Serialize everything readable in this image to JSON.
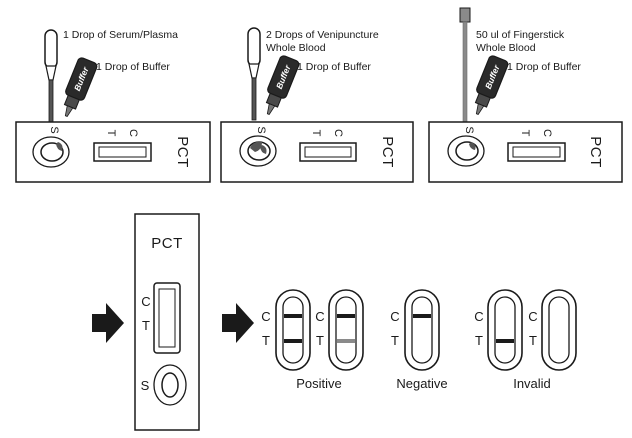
{
  "step_labels": {
    "panel1_sample": "1 Drop of Serum/Plasma",
    "panel1_buffer": "1 Drop of Buffer",
    "panel2_sample_line1": "2 Drops of Venipuncture",
    "panel2_sample_line2": "Whole Blood",
    "panel2_buffer": "1 Drop of Buffer",
    "panel3_sample_line1": "50 ul of Fingerstick",
    "panel3_sample_line2": "Whole Blood",
    "panel3_buffer": "1 Drop of Buffer"
  },
  "bottle_label": "Buffer",
  "cassette": {
    "name": "PCT",
    "t_mark": "T",
    "c_mark": "C",
    "sample_mark": "S"
  },
  "results": {
    "positive": "Positive",
    "negative": "Negative",
    "invalid": "Invalid"
  },
  "colors": {
    "line": "#1a1a1a",
    "test_band_dark": "#1a1a1a",
    "test_band_faint": "#8a8a8a",
    "dropper_tip": "#555555",
    "pipette_stem": "#8a8a8a",
    "bottle_body": "#2a2a2a"
  }
}
